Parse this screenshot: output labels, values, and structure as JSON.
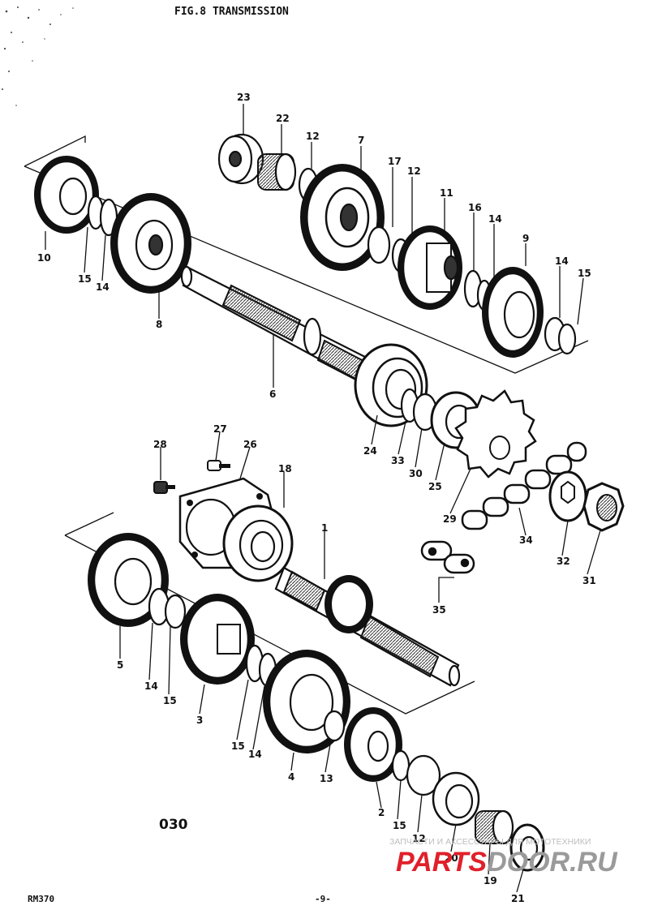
{
  "figure": {
    "title": "FIG.8 TRANSMISSION",
    "page_code": "030",
    "model": "RM370",
    "page_number": "-9-"
  },
  "callouts": {
    "c23": "23",
    "c22": "22",
    "c12a": "12",
    "c7": "7",
    "c17": "17",
    "c12b": "12",
    "c11": "11",
    "c16": "16",
    "c14a": "14",
    "c9": "9",
    "c14b": "14",
    "c15a": "15",
    "c10": "10",
    "c15b": "15",
    "c14c": "14",
    "c8": "8",
    "c6": "6",
    "c24": "24",
    "c33": "33",
    "c30": "30",
    "c25": "25",
    "c29": "29",
    "c27": "27",
    "c26": "26",
    "c28": "28",
    "c18": "18",
    "c1": "1",
    "c34": "34",
    "c32": "32",
    "c31": "31",
    "c35": "35",
    "c5": "5",
    "c14d": "14",
    "c15c": "15",
    "c3": "3",
    "c15d": "15",
    "c14e": "14",
    "c4": "4",
    "c13": "13",
    "c2": "2",
    "c15e": "15",
    "c12c": "12",
    "c20": "20",
    "c19": "19",
    "c21": "21"
  },
  "watermark": {
    "caption": "ЗАПЧАСТИ И АКСЕССУАРЫ ДЛЯ МОТОТЕХНИКИ",
    "logo_red": "PARTS",
    "logo_grey": "DOOR.RU",
    "red_color": "#e0202a",
    "grey_color": "#9a9a9a"
  }
}
